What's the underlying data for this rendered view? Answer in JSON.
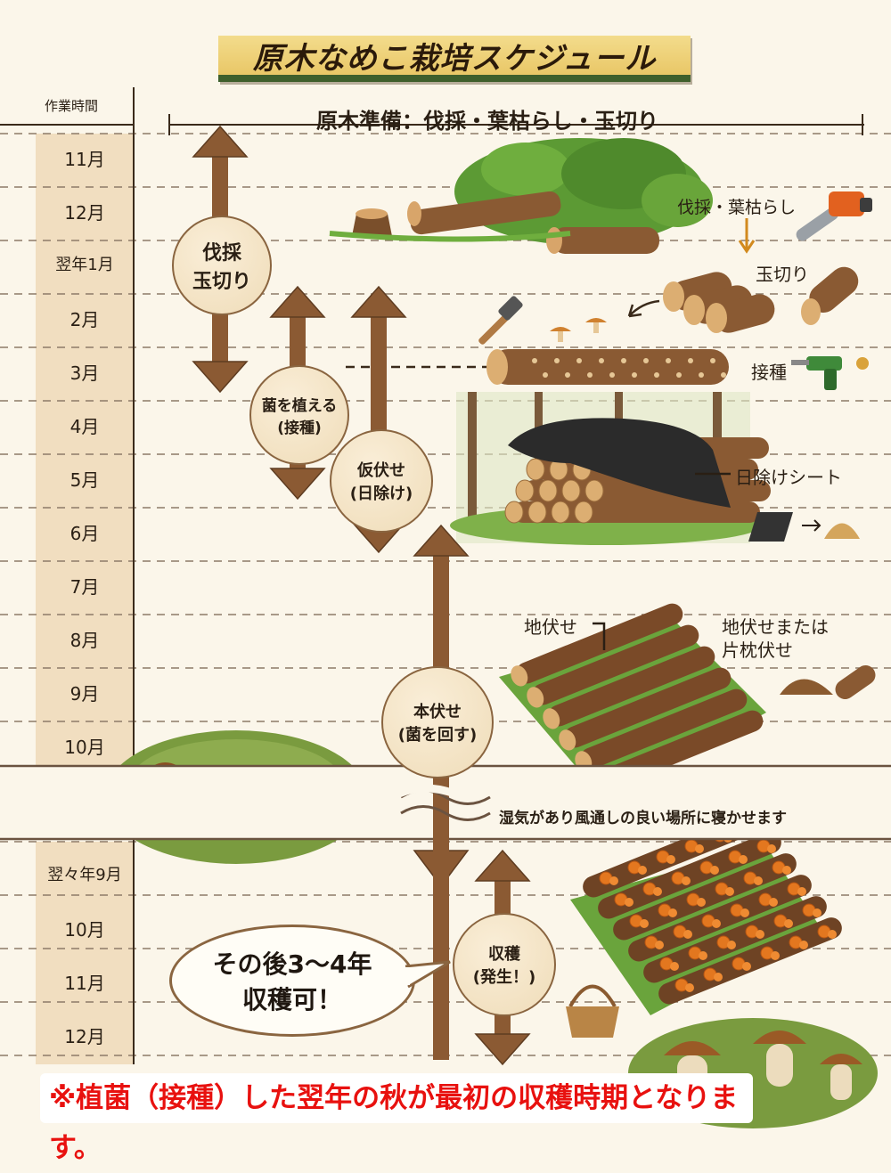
{
  "title": "原木なめこ栽培スケジュール",
  "header": {
    "col_label": "作業時間",
    "section_label": "原木準備：伐採・葉枯らし・玉切り"
  },
  "months_top": [
    "11月",
    "12月",
    "翌年1月",
    "2月",
    "3月",
    "4月",
    "5月",
    "6月",
    "7月",
    "8月",
    "9月",
    "10月"
  ],
  "months_bottom": [
    "翌々年9月",
    "10月",
    "11月",
    "12月"
  ],
  "stages": [
    {
      "line1": "伐採",
      "line2": "玉切り"
    },
    {
      "line1": "菌を植える",
      "line2": "(接種)"
    },
    {
      "line1": "仮伏せ",
      "line2": "(日除け)"
    },
    {
      "line1": "本伏せ",
      "line2": "(菌を回す)"
    },
    {
      "line1": "収穫",
      "line2": "(発生！)"
    }
  ],
  "annotations": {
    "felling": "伐採・葉枯らし",
    "bucking": "玉切り",
    "inoculation": "接種",
    "shade_sheet": "日除けシート",
    "ground_laying": "地伏せ",
    "ground_or_pillow_line1": "地伏せまたは",
    "ground_or_pillow_line2": "片枕伏せ",
    "humidity_note": "湿気があり風通しの良い場所に寝かせます"
  },
  "speech_bubble": {
    "line1": "その後3～4年",
    "line2": "収穫可！"
  },
  "footnote": "※植菌（接種）した翌年の秋が最初の収穫時期となります。",
  "colors": {
    "banner_bg": "#f0d47a",
    "banner_underline": "#3f5f2c",
    "month_column": "#f1dec0",
    "arrow_brown": "#8b5a33",
    "footnote_red": "#e8110f",
    "mushroom_orange": "#e3771f"
  }
}
